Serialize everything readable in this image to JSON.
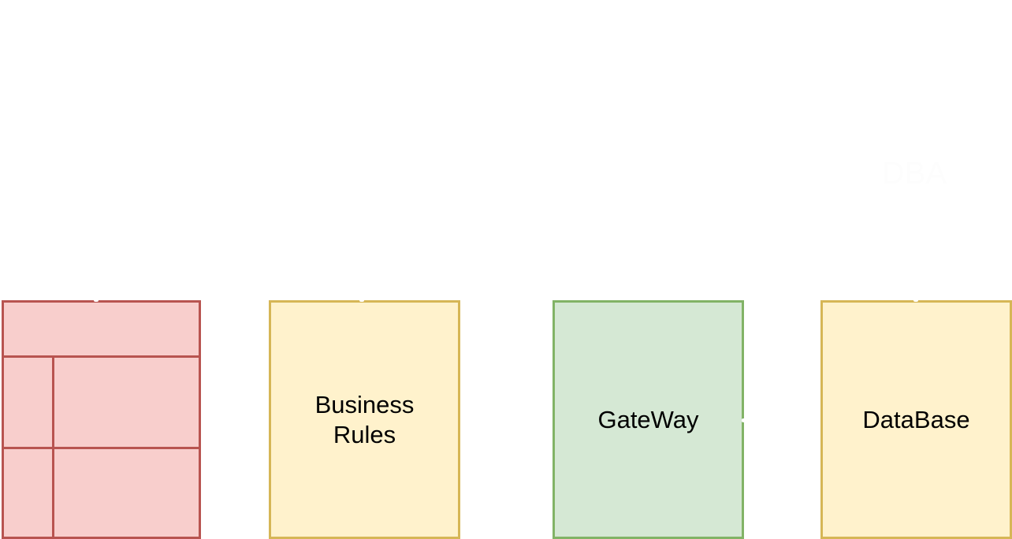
{
  "diagram": {
    "actor": {
      "label": "DBA",
      "color": "#fdfdfd"
    },
    "boxes": [
      {
        "id": "ui",
        "label": "",
        "fill": "#f8cecc",
        "stroke": "#b85450"
      },
      {
        "id": "business-rules",
        "label": "Business\nRules",
        "fill": "#fff2cc",
        "stroke": "#d6b656"
      },
      {
        "id": "gateway",
        "label": "GateWay",
        "fill": "#d5e8d4",
        "stroke": "#82b366"
      },
      {
        "id": "database",
        "label": "DataBase",
        "fill": "#fff2cc",
        "stroke": "#d6b656"
      }
    ]
  }
}
